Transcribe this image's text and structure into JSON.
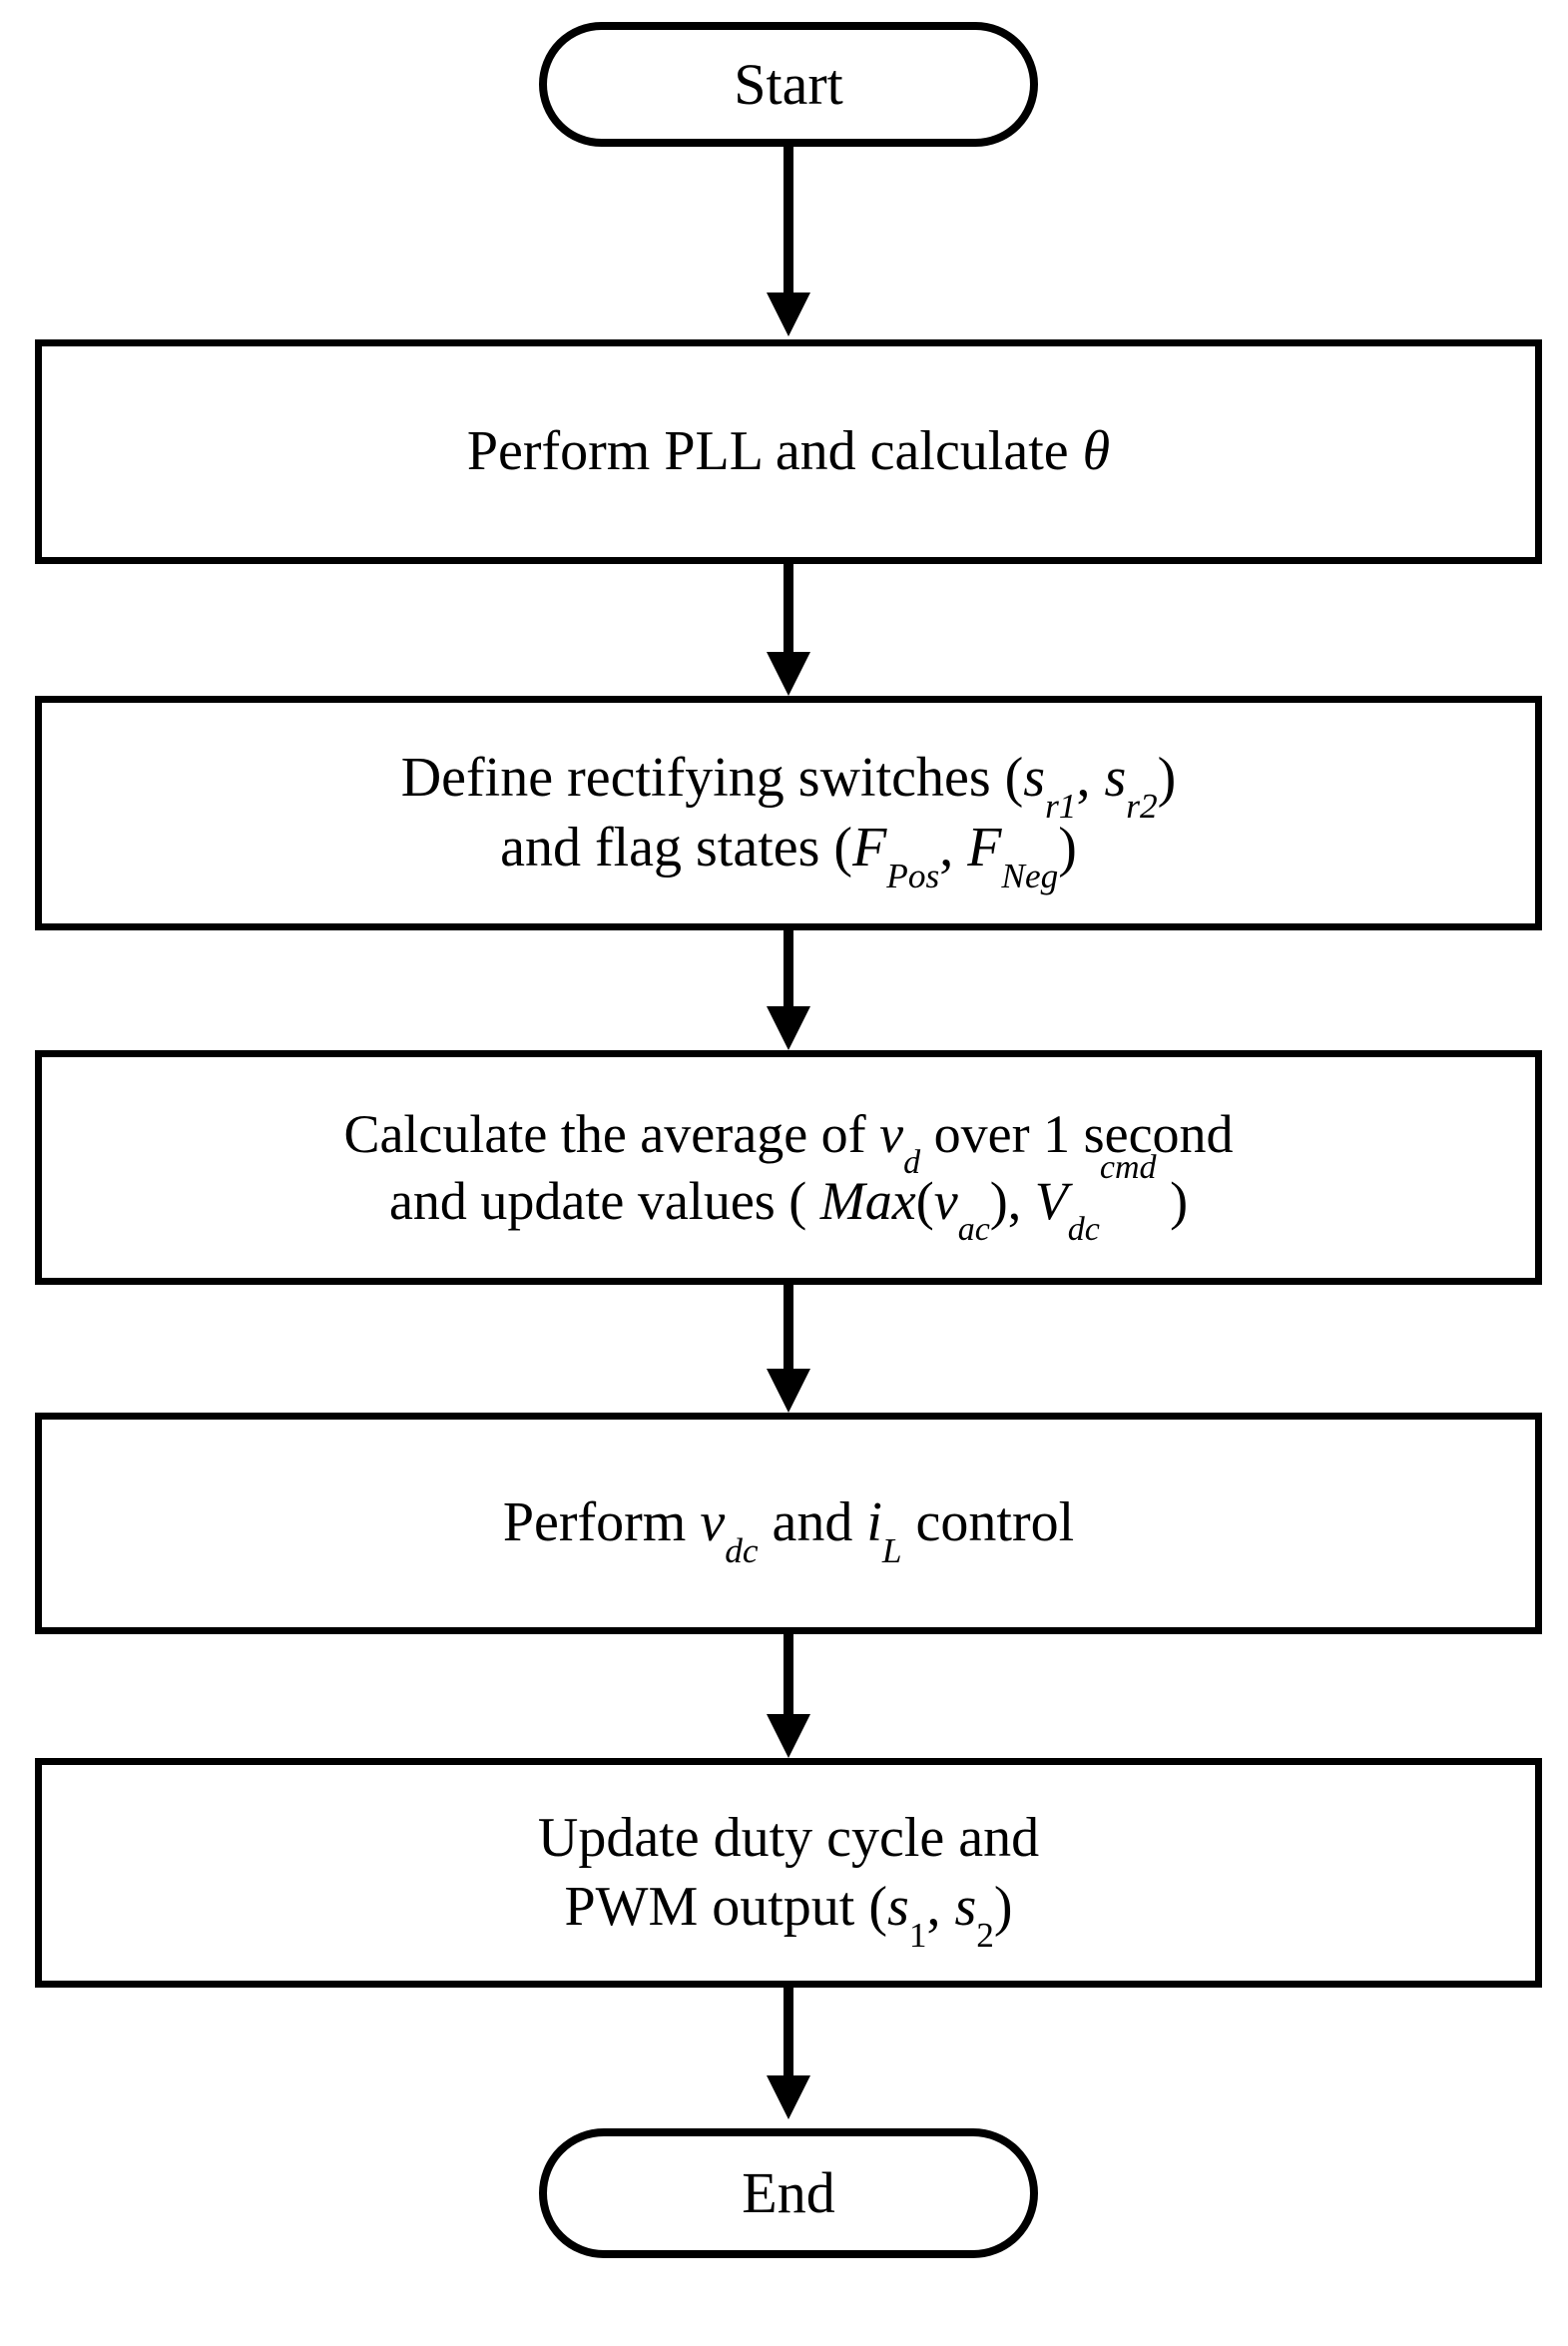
{
  "diagram": {
    "title": "Control algorithm flowchart",
    "type": "flowchart",
    "background_color": "#FFFFFF",
    "line_color": "#000000",
    "text_color": "#000000",
    "nodes": [
      {
        "id": "start",
        "shape": "terminator",
        "label": "Start"
      },
      {
        "id": "pll",
        "shape": "process",
        "label": "Perform PLL and calculate θ",
        "line1_pre": "Perform PLL and calculate ",
        "line1_sym": "θ"
      },
      {
        "id": "define-switches",
        "shape": "process",
        "line1_pre": "Define rectifying switches (",
        "line1_s1": "s",
        "line1_s1sub": "r1",
        "line1_mid": ", ",
        "line1_s2": "s",
        "line1_s2sub": "r2",
        "line1_post": ")",
        "line2_pre": "and flag states (",
        "line2_f1": "F",
        "line2_f1sub": "Pos",
        "line2_mid": ", ",
        "line2_f2": "F",
        "line2_f2sub": "Neg",
        "line2_post": ")"
      },
      {
        "id": "average-vd",
        "shape": "process",
        "line1_pre": "Calculate the average of ",
        "line1_v": "v",
        "line1_vsub": "d",
        "line1_post": " over 1 second",
        "line2_pre": "and update values ( ",
        "line2_max": "Max",
        "line2_open": "(",
        "line2_v": "v",
        "line2_vsub": "ac",
        "line2_mid": "), ",
        "line2_V": "V",
        "line2_Vsub": "dc",
        "line2_Vsup": "cmd",
        "line2_post": " )"
      },
      {
        "id": "vdc-il-control",
        "shape": "process",
        "line1_pre": "Perform ",
        "line1_v": "v",
        "line1_vsub": "dc",
        "line1_mid": " and ",
        "line1_i": "i",
        "line1_isub": "L",
        "line1_post": " control"
      },
      {
        "id": "duty-pwm",
        "shape": "process",
        "line1": "Update duty cycle and",
        "line2_pre": "PWM output (",
        "line2_s1": "s",
        "line2_s1sub": "1",
        "line2_mid": ", ",
        "line2_s2": "s",
        "line2_s2sub": "2",
        "line2_post": ")"
      },
      {
        "id": "end",
        "shape": "terminator",
        "label": "End"
      }
    ],
    "edges": [
      {
        "id": "e1",
        "from": "start",
        "to": "pll",
        "style": "solid-arrow"
      },
      {
        "id": "e2",
        "from": "pll",
        "to": "define-switches",
        "style": "solid-arrow"
      },
      {
        "id": "e3",
        "from": "define-switches",
        "to": "average-vd",
        "style": "solid-arrow"
      },
      {
        "id": "e4",
        "from": "average-vd",
        "to": "vdc-il-control",
        "style": "solid-arrow"
      },
      {
        "id": "e5",
        "from": "vdc-il-control",
        "to": "duty-pwm",
        "style": "solid-arrow"
      },
      {
        "id": "e6",
        "from": "duty-pwm",
        "to": "end",
        "style": "solid-arrow"
      }
    ]
  }
}
